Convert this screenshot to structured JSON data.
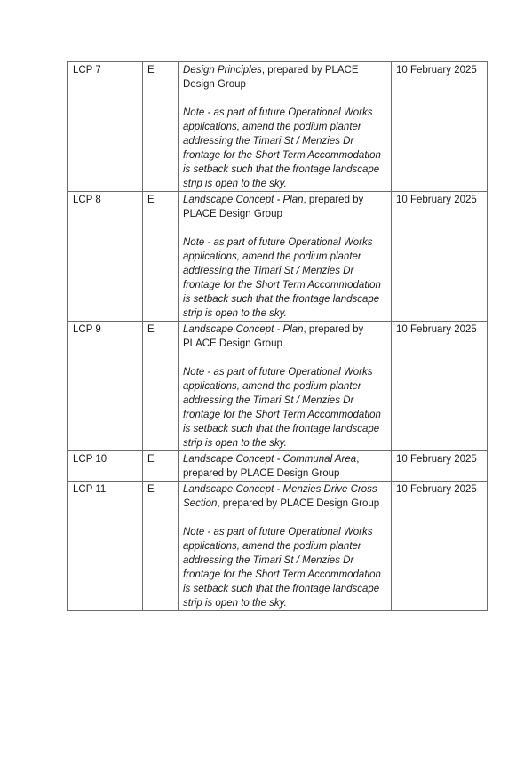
{
  "rows": [
    {
      "ref": "LCP 7",
      "rev": "E",
      "title": "Design Principles",
      "rest": ", prepared by PLACE Design Group",
      "note": "Note - as part of future Operational Works applications, amend the podium planter addressing the Timari St / Menzies Dr frontage for the Short Term Accommodation is setback such that the frontage landscape strip is open to the sky.",
      "date": "10 February 2025"
    },
    {
      "ref": "LCP 8",
      "rev": "E",
      "title": "Landscape Concept - Plan",
      "rest": ", prepared by PLACE Design Group",
      "note": "Note - as part of future Operational Works applications, amend the podium planter addressing the Timari St / Menzies Dr frontage for the Short Term Accommodation is setback such that the frontage landscape strip is open to the sky.",
      "date": "10 February 2025"
    },
    {
      "ref": "LCP 9",
      "rev": "E",
      "title": "Landscape Concept - Plan",
      "rest": ", prepared by PLACE Design Group",
      "note": "Note - as part of future Operational Works applications, amend the podium planter addressing the Timari St / Menzies Dr frontage for the Short Term Accommodation is setback such that the frontage landscape strip is open to the sky.",
      "date": "10 February 2025"
    },
    {
      "ref": "LCP 10",
      "rev": "E",
      "title": "Landscape Concept - Communal Area",
      "rest": ", prepared by PLACE Design Group",
      "note": "",
      "date": "10 February 2025"
    },
    {
      "ref": "LCP 11",
      "rev": "E",
      "title": "Landscape Concept - Menzies Drive Cross Section",
      "rest": ", prepared by PLACE Design Group",
      "note": "Note - as part of future Operational Works applications, amend the podium planter addressing the Timari St / Menzies Dr frontage for the Short Term Accommodation is setback such that the frontage landscape strip is open to the sky.",
      "date": "10 February 2025"
    }
  ]
}
